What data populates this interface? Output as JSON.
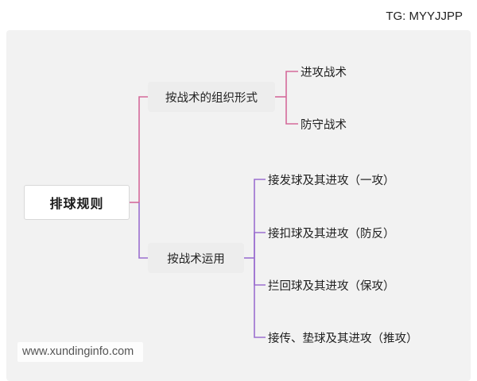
{
  "diagram": {
    "type": "mindmap",
    "root": {
      "label": "排球规则"
    },
    "branches": [
      {
        "label": "按战术的组织形式",
        "color": "#d46a9a",
        "children": [
          {
            "label": "进攻战术"
          },
          {
            "label": "防守战术"
          }
        ]
      },
      {
        "label": "按战术运用",
        "color": "#9b6fd0",
        "children": [
          {
            "label": "接发球及其进攻（一攻）"
          },
          {
            "label": "接扣球及其进攻（防反）"
          },
          {
            "label": "拦回球及其进攻（保攻）"
          },
          {
            "label": "接传、垫球及其进攻（推攻）"
          }
        ]
      }
    ]
  },
  "watermarks": {
    "telegram": "TG: MYYJJPP",
    "website": "www.xundinginfo.com"
  },
  "colors": {
    "background": "#f2f2f2",
    "branch_one": "#d46a9a",
    "branch_two": "#9b6fd0",
    "root_border": "#d8d8d8",
    "node_fill": "#ededed"
  }
}
